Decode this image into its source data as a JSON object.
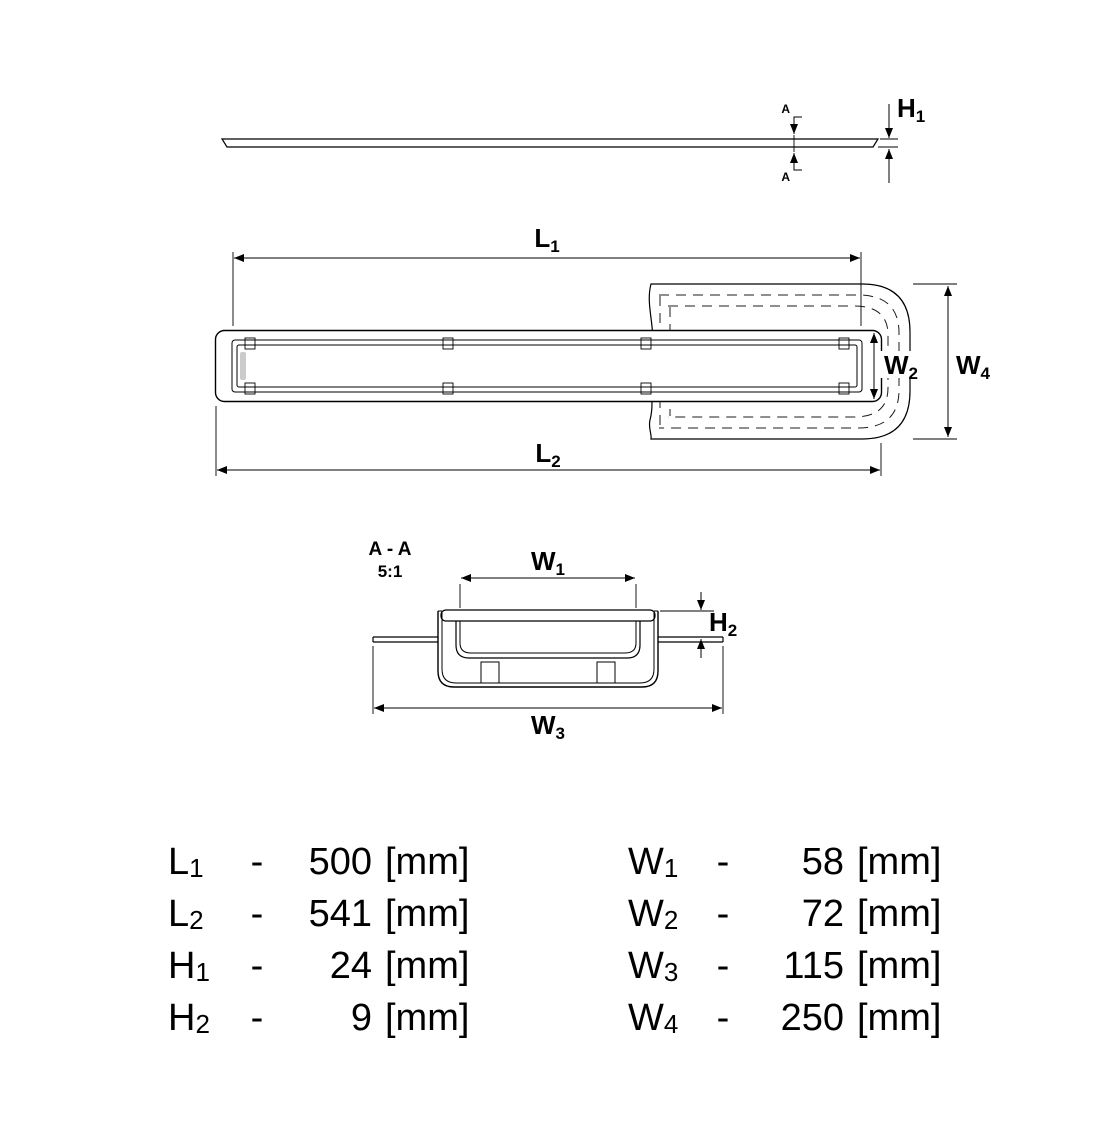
{
  "side_view": {
    "h1": {
      "base": "H",
      "sub": "1"
    },
    "section_marker_top": "A",
    "section_marker_bottom": "A"
  },
  "top_view": {
    "l1": {
      "base": "L",
      "sub": "1"
    },
    "l2": {
      "base": "L",
      "sub": "2"
    },
    "w2": {
      "base": "W",
      "sub": "2"
    },
    "w4": {
      "base": "W",
      "sub": "4"
    }
  },
  "section_view": {
    "title": "A - A",
    "scale": "5:1",
    "w1": {
      "base": "W",
      "sub": "1"
    },
    "h2": {
      "base": "H",
      "sub": "2"
    },
    "w3": {
      "base": "W",
      "sub": "3"
    }
  },
  "dimension_table": {
    "left": [
      {
        "base": "L",
        "sub": "1",
        "sep": "-",
        "value": "500",
        "unit": "[mm]"
      },
      {
        "base": "L",
        "sub": "2",
        "sep": "-",
        "value": "541",
        "unit": "[mm]"
      },
      {
        "base": "H",
        "sub": "1",
        "sep": "-",
        "value": "24",
        "unit": "[mm]"
      },
      {
        "base": "H",
        "sub": "2",
        "sep": "-",
        "value": "9",
        "unit": "[mm]"
      }
    ],
    "right": [
      {
        "base": "W",
        "sub": "1",
        "sep": "-",
        "value": "58",
        "unit": "[mm]"
      },
      {
        "base": "W",
        "sub": "2",
        "sep": "-",
        "value": "72",
        "unit": "[mm]"
      },
      {
        "base": "W",
        "sub": "3",
        "sep": "-",
        "value": "115",
        "unit": "[mm]"
      },
      {
        "base": "W",
        "sub": "4",
        "sep": "-",
        "value": "250",
        "unit": "[mm]"
      }
    ]
  }
}
